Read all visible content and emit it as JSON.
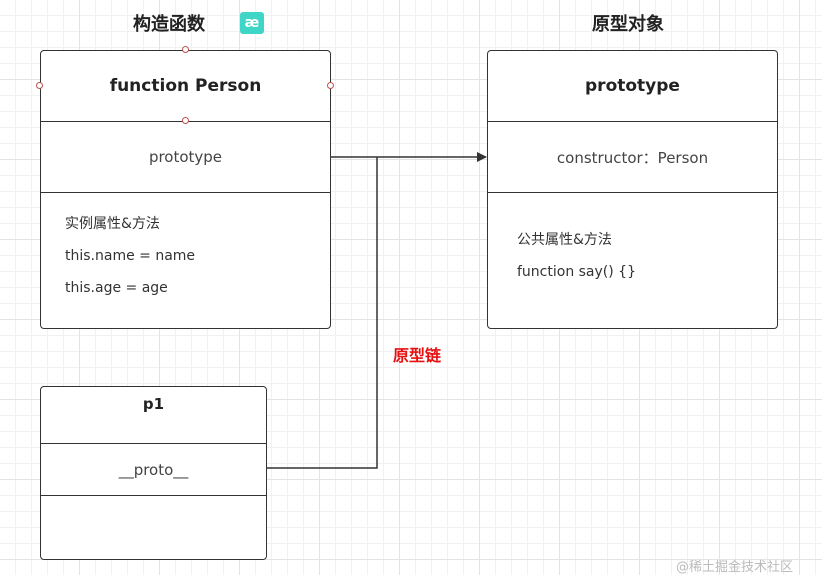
{
  "titles": {
    "constructor": "构造函数",
    "badge": "æ",
    "prototype_object": "原型对象"
  },
  "person_box": {
    "header": "function Person",
    "prototype": "prototype",
    "section_label": "实例属性&方法",
    "props": [
      "this.name = name",
      "this.age = age"
    ]
  },
  "prototype_box": {
    "header": "prototype",
    "constructor": "constructor：Person",
    "section_label": "公共属性&方法",
    "methods": [
      "function say() {}"
    ]
  },
  "p1_box": {
    "header": "p1",
    "proto": "__proto__"
  },
  "chain_label": "原型链",
  "watermark": "@稀土掘金技术社区",
  "colors": {
    "chain_label": "#e81111",
    "badge": "#3fd6c8",
    "handle": "#b85450"
  }
}
